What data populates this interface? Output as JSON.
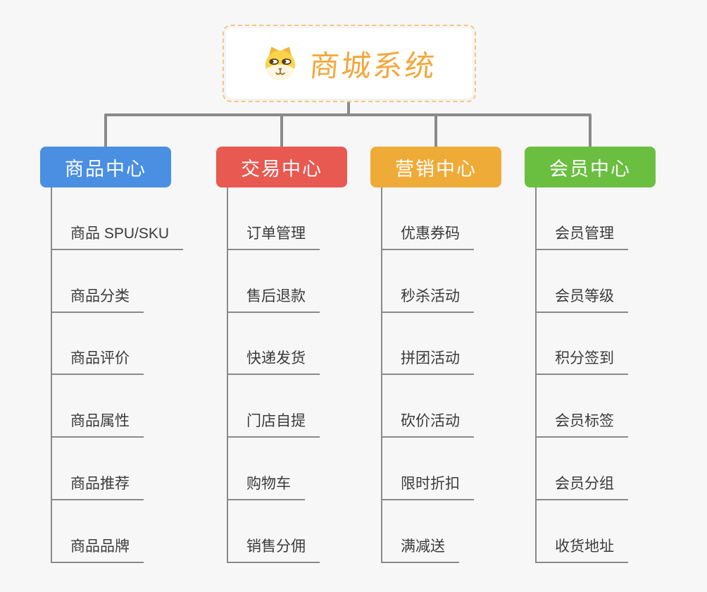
{
  "root": {
    "title": "商城系统",
    "icon": "shiba-dog-icon"
  },
  "branches": [
    {
      "label": "商品中心",
      "color": "#4a8fe2",
      "items": [
        "商品 SPU/SKU",
        "商品分类",
        "商品评价",
        "商品属性",
        "商品推荐",
        "商品品牌"
      ]
    },
    {
      "label": "交易中心",
      "color": "#e85951",
      "items": [
        "订单管理",
        "售后退款",
        "快递发货",
        "门店自提",
        "购物车",
        "销售分佣"
      ]
    },
    {
      "label": "营销中心",
      "color": "#efab38",
      "items": [
        "优惠券码",
        "秒杀活动",
        "拼团活动",
        "砍价活动",
        "限时折扣",
        "满减送"
      ]
    },
    {
      "label": "会员中心",
      "color": "#6bbf40",
      "items": [
        "会员管理",
        "会员等级",
        "积分签到",
        "会员标签",
        "会员分组",
        "收货地址"
      ]
    }
  ],
  "colors": {
    "background": "#f7f7f7",
    "connector_line": "#8a8a8a",
    "underline": "#8a8a8a",
    "root_title": "#f3a73b",
    "root_border": "#f3c67f",
    "leaf_text": "#3b3b3b"
  }
}
